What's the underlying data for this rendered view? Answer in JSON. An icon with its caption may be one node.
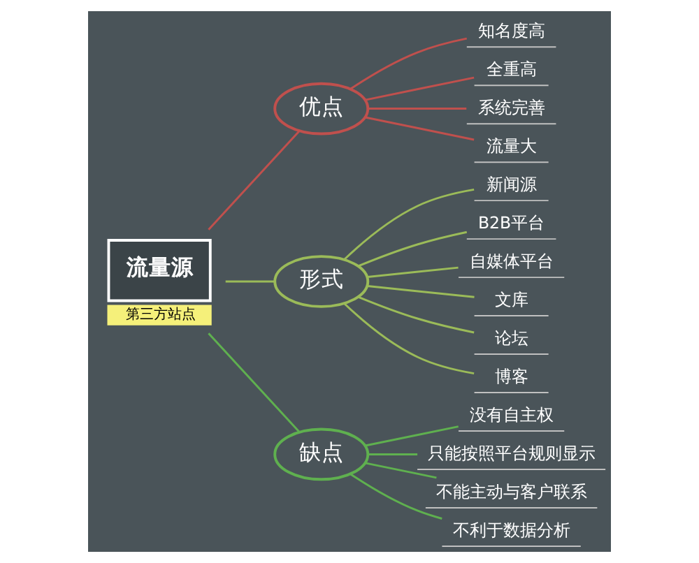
{
  "diagram": {
    "nodes": [
      {
        "text": [
          "流量源"
        ],
        "beside": [
          "第三方站点"
        ]
      },
      {
        "text": [
          "优点"
        ]
      },
      {
        "text": [
          "形式"
        ]
      },
      {
        "text": [
          "缺点"
        ]
      },
      {
        "text": [
          "知名度高"
        ]
      },
      {
        "text": [
          "全重高"
        ]
      },
      {
        "text": [
          "系统完善"
        ]
      },
      {
        "text": [
          "流量大"
        ]
      },
      {
        "text": [
          "新闻源"
        ]
      },
      {
        "text": [
          "B2B平台"
        ]
      },
      {
        "text": [
          "自媒体平台"
        ]
      },
      {
        "text": [
          "文库"
        ]
      },
      {
        "text": [
          "论坛"
        ]
      },
      {
        "text": [
          "博客"
        ]
      },
      {
        "text": [
          "没有自主权"
        ]
      },
      {
        "text": [
          "只能按照平台规则显示"
        ]
      },
      {
        "text": [
          "不能主动与客户联系"
        ]
      },
      {
        "text": [
          "不利于数据分析"
        ]
      }
    ],
    "edges": [
      {
        "from": 0,
        "to": 1,
        "arrow": "none",
        "color": "#c0504d"
      },
      {
        "from": 0,
        "to": 2,
        "arrow": "none"
      },
      {
        "from": 0,
        "to": 3,
        "arrow": "none",
        "color": "#5fb04f"
      },
      {
        "from": 1,
        "to": 4,
        "arrow": "none",
        "color": "#c0504d"
      },
      {
        "from": 1,
        "to": 5,
        "arrow": "none",
        "color": "#c0504d"
      },
      {
        "from": 1,
        "to": 6,
        "arrow": "none",
        "color": "#c0504d"
      },
      {
        "from": 1,
        "to": 7,
        "arrow": "none",
        "color": "#c0504d"
      },
      {
        "from": 2,
        "to": 8,
        "arrow": "none"
      },
      {
        "from": 2,
        "to": 9,
        "arrow": "none"
      },
      {
        "from": 2,
        "to": 10,
        "arrow": "none"
      },
      {
        "from": 2,
        "to": 11,
        "arrow": "none"
      },
      {
        "from": 2,
        "to": 12,
        "arrow": "none"
      },
      {
        "from": 2,
        "to": 13,
        "arrow": "none"
      },
      {
        "from": 3,
        "to": 14,
        "arrow": "none",
        "color": "#5fb04f"
      },
      {
        "from": 3,
        "to": 15,
        "arrow": "none",
        "color": "#5fb04f"
      },
      {
        "from": 3,
        "to": 16,
        "arrow": "none",
        "color": "#5fb04f"
      },
      {
        "from": 3,
        "to": 17,
        "arrow": "none",
        "color": "#5fb04f"
      }
    ]
  }
}
